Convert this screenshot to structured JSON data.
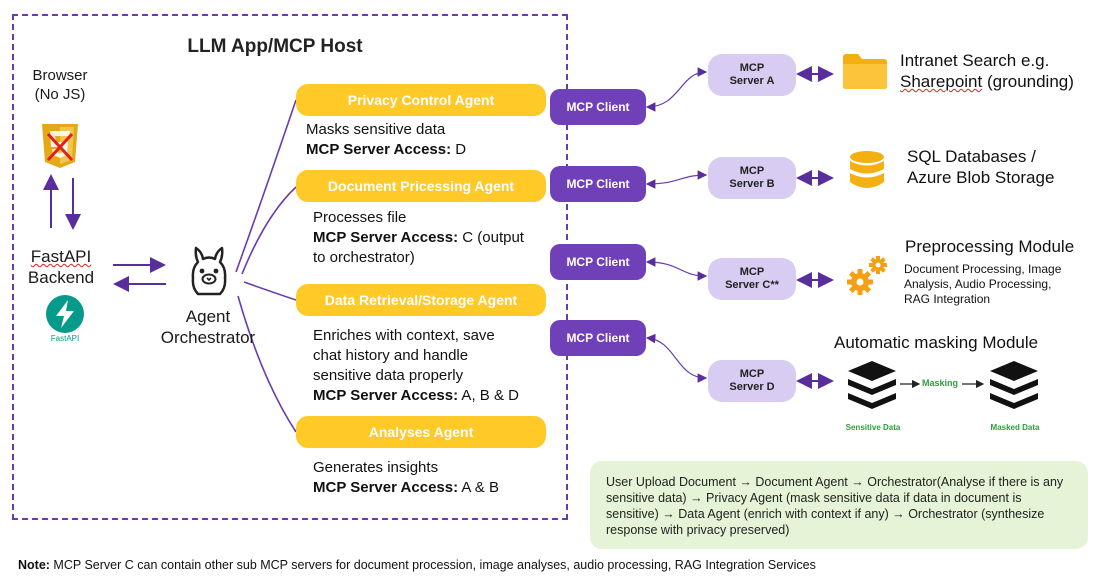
{
  "host": {
    "title": "LLM App/MCP Host"
  },
  "browser": {
    "label_line1": "Browser",
    "label_line2": "(No JS)"
  },
  "backend": {
    "label_line1": "FastAPI",
    "label_line2": "Backend",
    "logo_text": "FastAPI"
  },
  "orchestrator": {
    "label_line1": "Agent",
    "label_line2": "Orchestrator"
  },
  "agents": [
    {
      "name": "Privacy Control Agent",
      "desc": [
        "Masks sensitive data"
      ],
      "access_label": "MCP Server Access:",
      "access_value": " D"
    },
    {
      "name": "Document Pricessing Agent",
      "desc": [
        "Processes file"
      ],
      "access_label": "MCP Server Access:",
      "access_value": " C (output",
      "access_extra": "to orchestrator)"
    },
    {
      "name": "Data Retrieval/Storage Agent",
      "desc": [
        "Enriches with context, save",
        "chat history and handle",
        "sensitive data properly"
      ],
      "access_label": "MCP Server Access:",
      "access_value": "  A, B & D"
    },
    {
      "name": "Analyses Agent",
      "desc": [
        "Generates insights"
      ],
      "access_label": "MCP Server Access:",
      "access_value": "  A & B"
    }
  ],
  "clients": [
    "MCP Client",
    "MCP Client",
    "MCP Client",
    "MCP Client"
  ],
  "servers": [
    {
      "line1": "MCP",
      "line2": "Server A"
    },
    {
      "line1": "MCP",
      "line2": "Server B"
    },
    {
      "line1": "MCP",
      "line2": "Server C**"
    },
    {
      "line1": "MCP",
      "line2": "Server D"
    }
  ],
  "resources": {
    "intranet": {
      "line1": "Intranet Search e.g.",
      "line2a": "Sharepoint",
      "line2b": " (grounding)"
    },
    "sql": {
      "line1": "SQL Databases /",
      "line2": "Azure Blob Storage"
    },
    "preprocessing": {
      "title": "Preprocessing Module",
      "lines": [
        "Document Processing, Image",
        "Analysis, Audio Processing,",
        "RAG Integration"
      ]
    },
    "masking": {
      "title": "Automatic masking Module",
      "arrow_label": "Masking",
      "left_caption": "Sensitive Data",
      "right_caption": "Masked Data"
    }
  },
  "flow_note": "User Upload Document → Document Agent → Orchestrator(Analyse if there is any sensitive data) → Privacy Agent (mask sensitive data if data in document is sensitive) → Data Agent (enrich with context if any) → Orchestrator (synthesize response with privacy preserved)",
  "footnote": {
    "label": "Note:",
    "text": " MCP Server C can contain other sub MCP servers for document procession, image analyses, audio processing, RAG Integration Services"
  },
  "colors": {
    "purple": "#6a3bb0",
    "agent_yellow": "#ffc928",
    "server_lilac": "#d8ccf2",
    "note_green": "#e5f3d6",
    "masking_green": "#2e9e3c"
  }
}
